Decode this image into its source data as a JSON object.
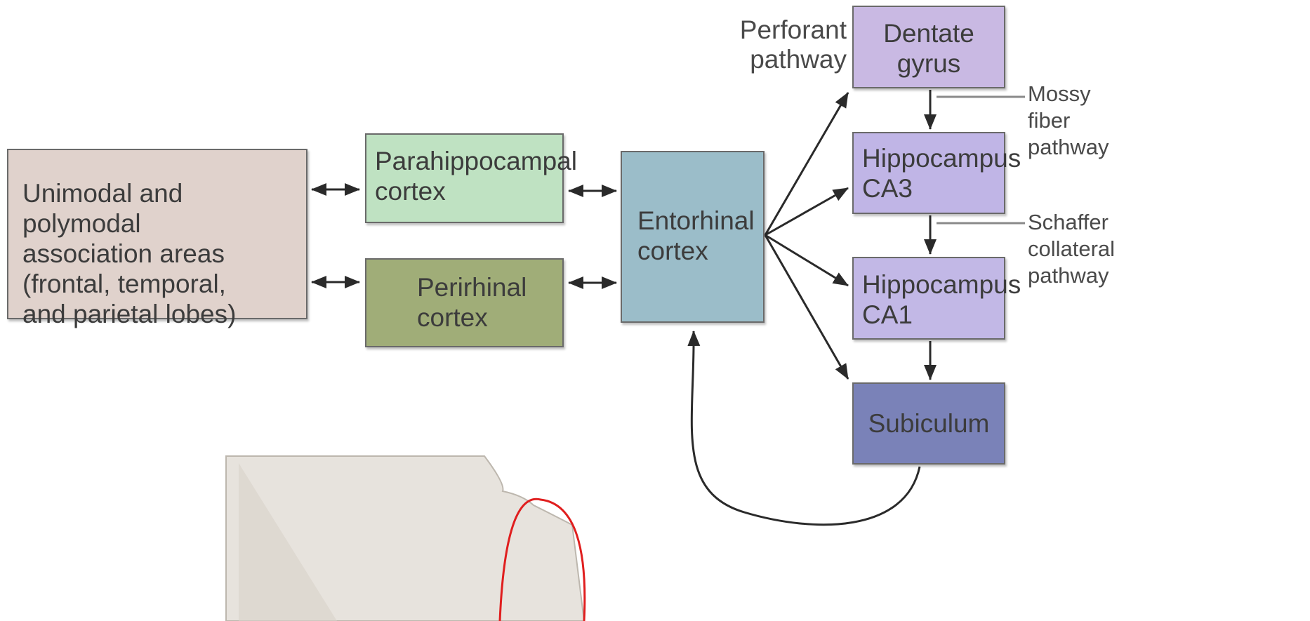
{
  "colors": {
    "association": "#e0d2cc",
    "parahippocampal": "#bfe2c2",
    "perirhinal": "#a0ad78",
    "entorhinal": "#9bbdc9",
    "dentate": "#c9b9e3",
    "ca3": "#c0b5e6",
    "ca1": "#c2b8e6",
    "subiculum": "#7a82b8",
    "arrow": "#2a2a2a",
    "leader": "#8a8a8a",
    "annotation_circle": "#e01e1e",
    "photo_fill": "#e7e3dd"
  },
  "boxes": {
    "association": {
      "lines": [
        "Unimodal and polymodal",
        "association areas",
        "(frontal, temporal,",
        "and parietal lobes)"
      ]
    },
    "parahippocampal": {
      "lines": [
        "Parahippocampal",
        "cortex"
      ]
    },
    "perirhinal": {
      "lines": [
        "Perirhinal",
        "cortex"
      ]
    },
    "entorhinal": {
      "lines": [
        "Entorhinal",
        "cortex"
      ]
    },
    "dentate": {
      "lines": [
        "Dentate",
        "gyrus"
      ]
    },
    "ca3": {
      "lines": [
        "Hippocampus",
        "CA3"
      ]
    },
    "ca1": {
      "lines": [
        "Hippocampus",
        "CA1"
      ]
    },
    "subiculum": {
      "lines": [
        "Subiculum"
      ]
    }
  },
  "labels": {
    "perforant": [
      "Perforant",
      "pathway"
    ],
    "mossy": [
      "Mossy",
      "fiber",
      "pathway"
    ],
    "schaffer": [
      "Schaffer",
      "collateral",
      "pathway"
    ]
  }
}
